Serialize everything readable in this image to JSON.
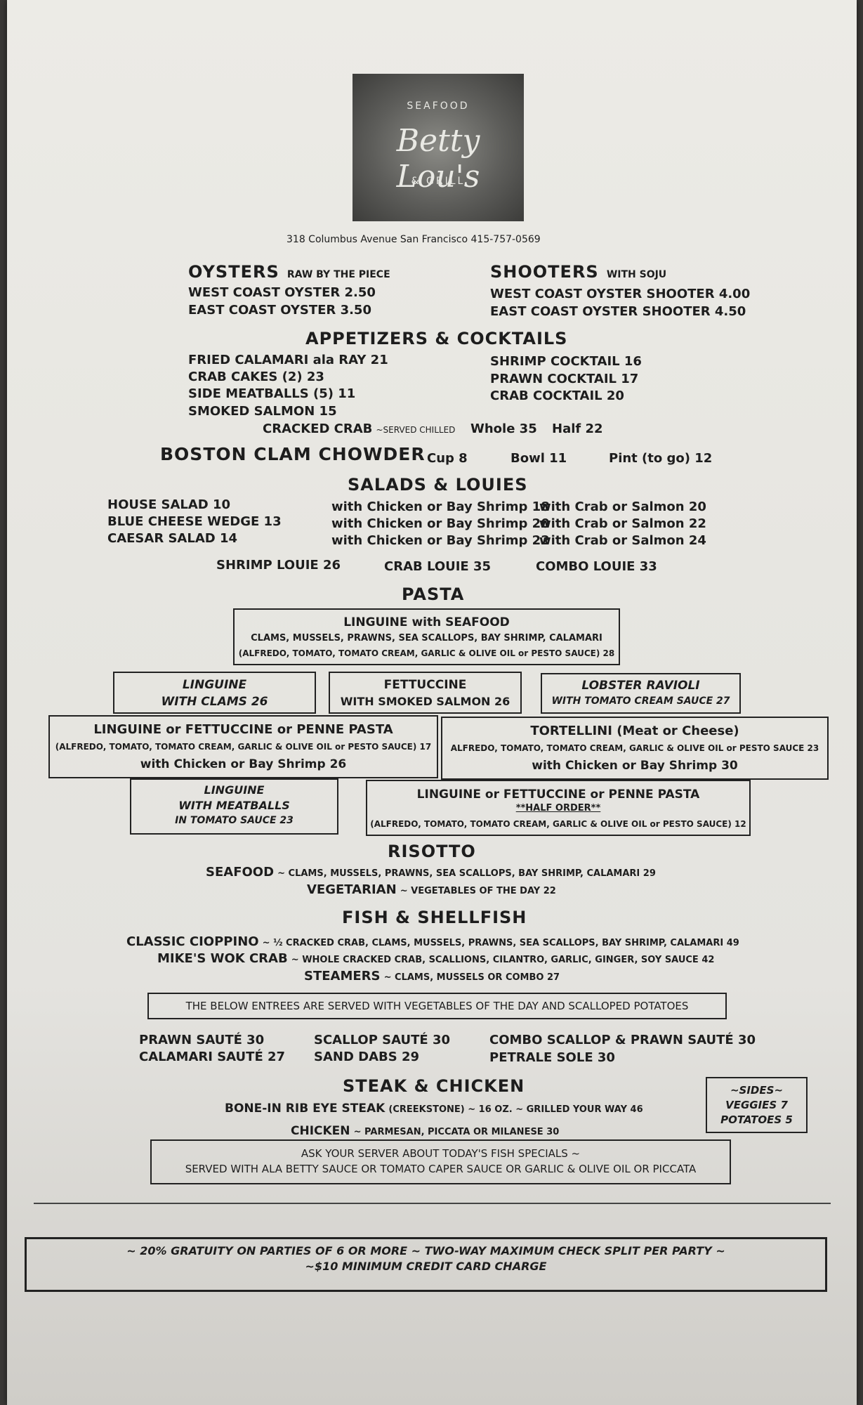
{
  "logo": {
    "top": "SEAFOOD",
    "name": "Betty Lou's",
    "bottom": "& GRILL"
  },
  "address": "318 Columbus Avenue   San Francisco   415-757-0569",
  "oysters": {
    "title": "OYSTERS",
    "sub": "RAW BY THE PIECE",
    "items": [
      "WEST COAST OYSTER 2.50",
      "EAST COAST OYSTER 3.50"
    ]
  },
  "shooters": {
    "title": "SHOOTERS",
    "sub": "WITH SOJU",
    "items": [
      "WEST COAST OYSTER SHOOTER 4.00",
      "EAST COAST OYSTER SHOOTER 4.50"
    ]
  },
  "appetizers": {
    "title": "APPETIZERS & COCKTAILS",
    "left": [
      "FRIED CALAMARI ala RAY 21",
      "CRAB CAKES (2) 23",
      "SIDE MEATBALLS (5) 11",
      "SMOKED SALMON 15"
    ],
    "right": [
      "SHRIMP COCKTAIL 16",
      "PRAWN COCKTAIL 17",
      "CRAB COCKTAIL 20"
    ],
    "cracked_crab": "CRACKED CRAB",
    "cracked_note": "~SERVED CHILLED",
    "whole": "Whole 35",
    "half": "Half 22"
  },
  "chowder": {
    "title": "BOSTON CLAM CHOWDER",
    "cup": "Cup 8",
    "bowl": "Bowl 11",
    "pint": "Pint (to go) 12"
  },
  "salads": {
    "title": "SALADS & LOUIES",
    "rows": [
      {
        "name": "HOUSE SALAD 10",
        "chicken": "with Chicken or Bay Shrimp 18",
        "crab": "with Crab or Salmon 20"
      },
      {
        "name": "BLUE CHEESE WEDGE 13",
        "chicken": "with Chicken or Bay Shrimp 20",
        "crab": "with Crab or Salmon 22"
      },
      {
        "name": "CAESAR SALAD 14",
        "chicken": "with Chicken or Bay Shrimp 22",
        "crab": "with Crab or Salmon 24"
      }
    ],
    "louies": [
      "SHRIMP LOUIE 26",
      "CRAB LOUIE 35",
      "COMBO LOUIE 33"
    ]
  },
  "pasta": {
    "title": "PASTA",
    "seafood": {
      "title": "LINGUINE with SEAFOOD",
      "line1": "CLAMS, MUSSELS, PRAWNS, SEA SCALLOPS, BAY SHRIMP, CALAMARI",
      "line2": "(ALFREDO, TOMATO, TOMATO CREAM, GARLIC & OLIVE OIL or PESTO SAUCE)  28"
    },
    "clams": {
      "l1": "LINGUINE",
      "l2": "WITH CLAMS 26"
    },
    "fett": {
      "l1": "FETTUCCINE",
      "l2": "WITH SMOKED SALMON 26"
    },
    "ravioli": {
      "l1": "LOBSTER RAVIOLI",
      "l2": "WITH TOMATO CREAM SAUCE 27"
    },
    "lfp": {
      "l1": "LINGUINE or FETTUCCINE or PENNE PASTA",
      "l2": "(ALFREDO, TOMATO, TOMATO CREAM, GARLIC & OLIVE OIL or PESTO SAUCE)  17",
      "l3": "with Chicken or Bay Shrimp 26"
    },
    "tort": {
      "l1": "TORTELLINI (Meat or Cheese)",
      "l2": "ALFREDO, TOMATO, TOMATO CREAM, GARLIC & OLIVE OIL or PESTO SAUCE  23",
      "l3": "with Chicken or Bay Shrimp 30"
    },
    "meatballs": {
      "l1": "LINGUINE",
      "l2": "WITH MEATBALLS",
      "l3": "IN TOMATO SAUCE 23"
    },
    "half": {
      "l1": "LINGUINE or FETTUCCINE or PENNE PASTA",
      "l2": "**HALF ORDER**",
      "l3": "(ALFREDO, TOMATO, TOMATO CREAM, GARLIC & OLIVE OIL or PESTO SAUCE)  12"
    }
  },
  "risotto": {
    "title": "RISOTTO",
    "seafood": "SEAFOOD",
    "seafood_desc": "~ CLAMS, MUSSELS, PRAWNS, SEA SCALLOPS, BAY SHRIMP, CALAMARI  29",
    "veg": "VEGETARIAN",
    "veg_desc": "~ VEGETABLES OF THE DAY  22"
  },
  "fish": {
    "title": "FISH & SHELLFISH",
    "cioppino": "CLASSIC CIOPPINO",
    "cioppino_desc": "~ ½ CRACKED CRAB, CLAMS, MUSSELS, PRAWNS, SEA SCALLOPS, BAY SHRIMP, CALAMARI  49",
    "wok": "MIKE'S WOK CRAB",
    "wok_desc": "~ WHOLE CRACKED CRAB, SCALLIONS, CILANTRO, GARLIC, GINGER, SOY SAUCE  42",
    "steamers": "STEAMERS",
    "steamers_desc": "~ CLAMS, MUSSELS OR COMBO  27",
    "notice": "THE BELOW ENTREES ARE SERVED WITH VEGETABLES OF THE DAY AND SCALLOPED POTATOES",
    "entrees": [
      "PRAWN SAUTÉ 30",
      "CALAMARI SAUTÉ 27",
      "SCALLOP SAUTÉ 30",
      "SAND DABS 29",
      "COMBO SCALLOP & PRAWN SAUTÉ 30",
      "PETRALE SOLE 30"
    ]
  },
  "steak": {
    "title": "STEAK & CHICKEN",
    "ribeye": "BONE-IN RIB EYE STEAK",
    "ribeye_desc": "(CREEKSTONE) ~ 16 OZ. ~ GRILLED YOUR WAY  46",
    "chicken": "CHICKEN",
    "chicken_desc": "~ PARMESAN, PICCATA OR MILANESE  30"
  },
  "sides": {
    "title": "~SIDES~",
    "veg": "VEGGIES 7",
    "pot": "POTATOES 5"
  },
  "specials": {
    "l1": "ASK YOUR SERVER ABOUT TODAY'S FISH SPECIALS ~",
    "l2": "SERVED WITH ALA BETTY SAUCE OR TOMATO CAPER SAUCE OR GARLIC & OLIVE OIL OR PICCATA"
  },
  "footer": {
    "l1": "~ 20% GRATUITY ON PARTIES OF 6 OR MORE ~ TWO-WAY MAXIMUM CHECK SPLIT PER PARTY ~",
    "l2": "~$10 MINIMUM CREDIT CARD CHARGE"
  }
}
